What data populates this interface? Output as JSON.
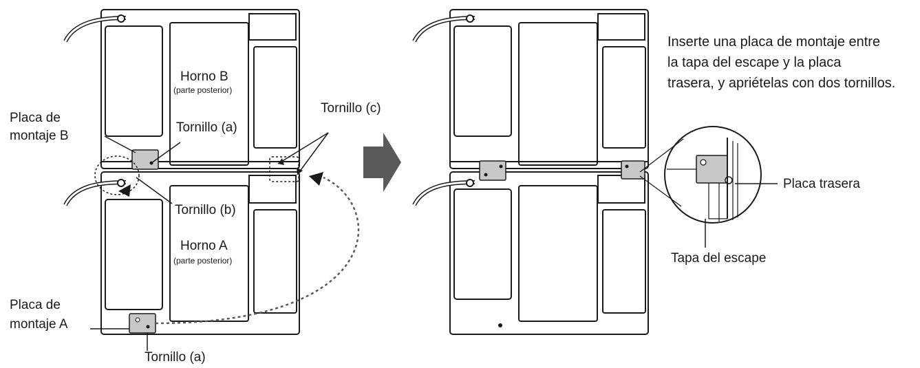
{
  "labels": {
    "horno_b": "Horno B",
    "horno_b_sub": "(parte posterior)",
    "horno_a": "Horno A",
    "horno_a_sub": "(parte posterior)",
    "placa_b_line1": "Placa de",
    "placa_b_line2": "montaje B",
    "placa_a_line1": "Placa de",
    "placa_a_line2": "montaje A",
    "tornillo_a_top": "Tornillo (a)",
    "tornillo_a_bottom": "Tornillo (a)",
    "tornillo_b": "Tornillo (b)",
    "tornillo_c": "Tornillo (c)",
    "placa_trasera": "Placa trasera",
    "tapa_escape": "Tapa del escape"
  },
  "instruction": {
    "line1": "Inserte una placa de montaje entre",
    "line2": "la tapa del escape y la placa",
    "line3": "trasera, y apriételas con dos tornillos."
  },
  "colors": {
    "line": "#1a1a1a",
    "plate": "#c8c8c8",
    "arrow": "#5a5a5a",
    "background": "#ffffff"
  }
}
